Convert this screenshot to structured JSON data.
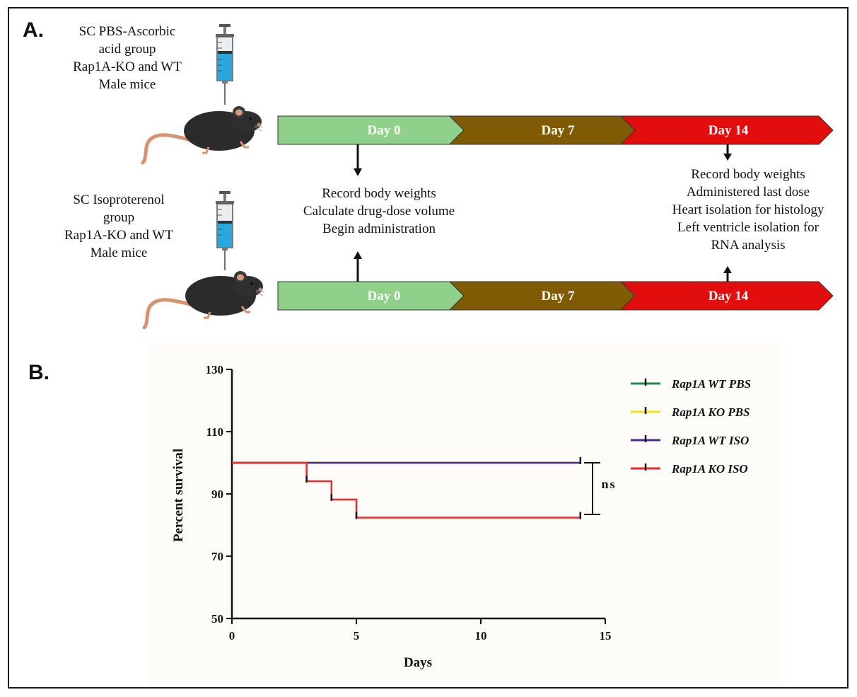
{
  "panel_a": {
    "label": "A.",
    "group1_lines": [
      "SC PBS-Ascorbic",
      "acid group",
      "Rap1A-KO and WT",
      "Male mice"
    ],
    "group2_lines": [
      "SC Isoproterenol",
      "group",
      "Rap1A-KO and WT",
      "Male mice"
    ],
    "timeline_top": [
      "Day 0",
      "Day 7",
      "Day 14"
    ],
    "timeline_bottom": [
      "Day 0",
      "Day 7",
      "Day 14"
    ],
    "day0_notes": [
      "Record body weights",
      "Calculate drug-dose volume",
      "Begin administration"
    ],
    "day14_notes": [
      "Record body weights",
      "Administered last dose",
      "Heart isolation for histology",
      "Left ventricle isolation for",
      "RNA analysis"
    ],
    "colors": {
      "day0": "#8fd08a",
      "day7": "#7f5b05",
      "day14": "#e20d0d"
    }
  },
  "panel_b": {
    "label": "B.",
    "significance": "ns"
  },
  "chart_data": {
    "type": "line",
    "xlabel": "Days",
    "ylabel": "Percent survival",
    "xlim": [
      0,
      15
    ],
    "ylim": [
      50,
      130
    ],
    "xticks": [
      0,
      5,
      10,
      15
    ],
    "yticks": [
      50,
      70,
      90,
      110,
      130
    ],
    "legend_position": "right",
    "series": [
      {
        "name": "Rap1A WT PBS",
        "color": "#1e8a4c",
        "steps": [
          [
            0,
            100
          ],
          [
            14,
            100
          ]
        ],
        "censor": []
      },
      {
        "name": "Rap1A KO PBS",
        "color": "#f2e21a",
        "steps": [
          [
            0,
            100
          ],
          [
            14,
            100
          ]
        ],
        "censor": []
      },
      {
        "name": "Rap1A WT ISO",
        "color": "#4a2c86",
        "steps": [
          [
            0,
            100
          ],
          [
            14,
            100
          ]
        ],
        "censor": [
          14
        ]
      },
      {
        "name": "Rap1A KO ISO",
        "color": "#ee2a2a",
        "steps": [
          [
            0,
            100
          ],
          [
            3,
            94.1
          ],
          [
            4,
            88.2
          ],
          [
            5,
            82.4
          ],
          [
            14,
            82.4
          ]
        ],
        "censor": [
          3,
          4,
          5,
          14
        ]
      }
    ]
  }
}
